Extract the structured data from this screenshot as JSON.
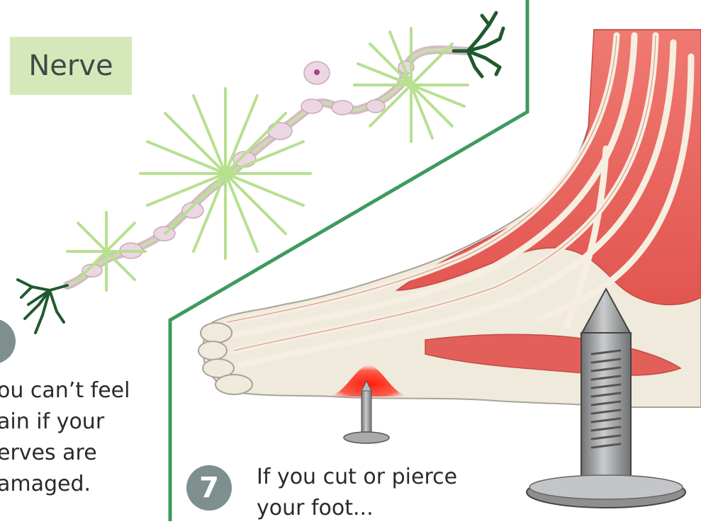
{
  "nerve_label": "Nerve",
  "steps": [
    {
      "number": "",
      "lines": [
        "ou can’t feel",
        "ain if your",
        "erves are",
        "amaged."
      ]
    },
    {
      "number": "7",
      "lines": [
        "If you cut or pierce",
        "your foot..."
      ]
    }
  ],
  "colors": {
    "frame": "#3f9a5f",
    "label_bg": "#d6e8b9",
    "badge": "#7d8f8e",
    "muscle": "#e85a57",
    "tendon": "#f6eee0",
    "bone": "#efeadb",
    "nail": "#9a9c9e",
    "pain": "#ff2a1a",
    "spark": "#b7e08f",
    "neuron": "#1f5a2e"
  }
}
